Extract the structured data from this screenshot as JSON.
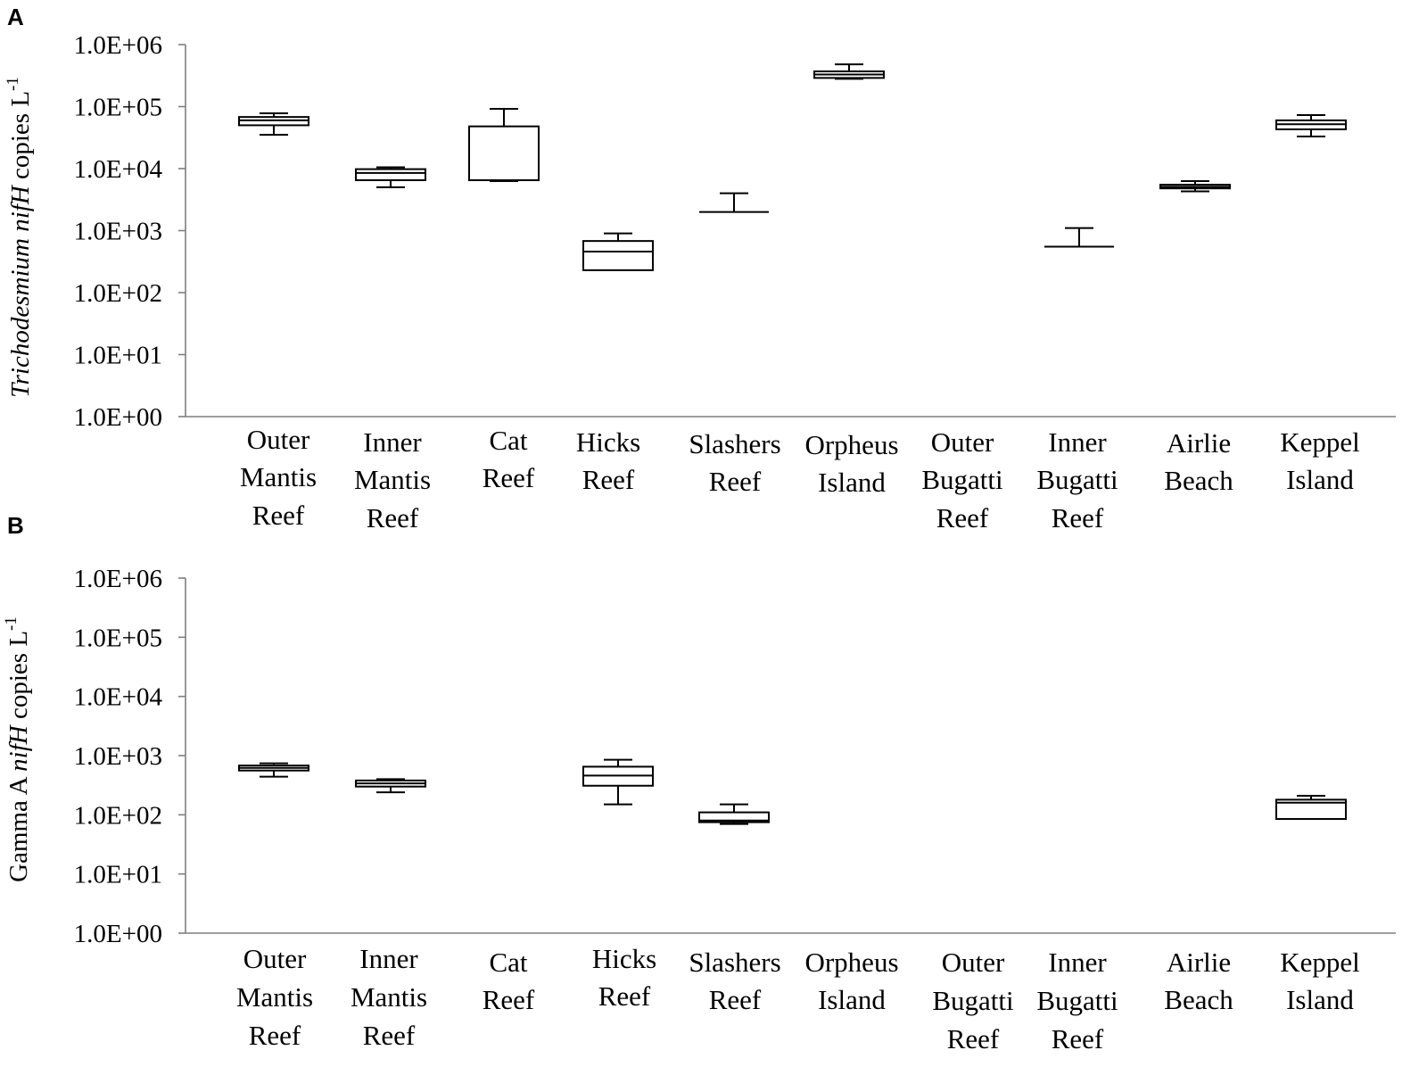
{
  "chart_data": [
    {
      "panel": "A",
      "type": "box",
      "ylabel": {
        "italic_part": "Trichodesmium nifH",
        "rest": " copies L",
        "sup": "-1"
      },
      "yscale": "log",
      "ylim": [
        1,
        1000000
      ],
      "ytick_labels": [
        "1.0E+00",
        "1.0E+01",
        "1.0E+02",
        "1.0E+03",
        "1.0E+04",
        "1.0E+05",
        "1.0E+06"
      ],
      "categories": [
        [
          "Outer",
          "Mantis",
          "Reef"
        ],
        [
          "Inner",
          "Mantis",
          "Reef"
        ],
        [
          "Cat",
          "Reef"
        ],
        [
          "Hicks",
          "Reef"
        ],
        [
          "Slashers",
          "Reef"
        ],
        [
          "Orpheus",
          "Island"
        ],
        [
          "Outer",
          "Bugatti",
          "Reef"
        ],
        [
          "Inner",
          "Bugatti",
          "Reef"
        ],
        [
          "Airlie",
          "Beach"
        ],
        [
          "Keppel",
          "Island"
        ]
      ],
      "boxes": [
        {
          "min": 35000,
          "q1": 50000,
          "median": 60000,
          "q3": 68000,
          "max": 78000
        },
        {
          "min": 5000,
          "q1": 6500,
          "median": 8500,
          "q3": 9800,
          "max": 10500
        },
        {
          "min": 6300,
          "q1": 6500,
          "median": 6500,
          "q3": 48000,
          "max": 92000
        },
        {
          "min": 230,
          "q1": 230,
          "median": 460,
          "q3": 680,
          "max": 900
        },
        {
          "min": 2000,
          "q1": 2000,
          "median": 2000,
          "q3": 2000,
          "max": 4000
        },
        {
          "min": 280000,
          "q1": 290000,
          "median": 330000,
          "q3": 370000,
          "max": 480000
        },
        null,
        {
          "min": 550,
          "q1": 550,
          "median": 550,
          "q3": 550,
          "max": 1100
        },
        {
          "min": 4300,
          "q1": 4800,
          "median": 5100,
          "q3": 5500,
          "max": 6300
        },
        {
          "min": 33000,
          "q1": 43000,
          "median": 52000,
          "q3": 60000,
          "max": 73000
        }
      ]
    },
    {
      "panel": "B",
      "type": "box",
      "ylabel": {
        "plain_part": "Gamma A ",
        "italic_part": "nifH",
        "rest": " copies L",
        "sup": "-1"
      },
      "yscale": "log",
      "ylim": [
        1,
        1000000
      ],
      "ytick_labels": [
        "1.0E+00",
        "1.0E+01",
        "1.0E+02",
        "1.0E+03",
        "1.0E+04",
        "1.0E+05",
        "1.0E+06"
      ],
      "categories": [
        [
          "Outer",
          "Mantis",
          "Reef"
        ],
        [
          "Inner",
          "Mantis",
          "Reef"
        ],
        [
          "Cat",
          "Reef"
        ],
        [
          "Hicks",
          "Reef"
        ],
        [
          "Slashers",
          "Reef"
        ],
        [
          "Orpheus",
          "Island"
        ],
        [
          "Outer",
          "Bugatti",
          "Reef"
        ],
        [
          "Inner",
          "Bugatti",
          "Reef"
        ],
        [
          "Airlie",
          "Beach"
        ],
        [
          "Keppel",
          "Island"
        ]
      ],
      "boxes": [
        {
          "min": 440,
          "q1": 560,
          "median": 620,
          "q3": 680,
          "max": 740
        },
        {
          "min": 240,
          "q1": 300,
          "median": 340,
          "q3": 380,
          "max": 400
        },
        null,
        {
          "min": 150,
          "q1": 310,
          "median": 460,
          "q3": 650,
          "max": 850
        },
        {
          "min": 70,
          "q1": 75,
          "median": 80,
          "q3": 110,
          "max": 150
        },
        null,
        null,
        null,
        null,
        {
          "min": 85,
          "q1": 85,
          "median": 160,
          "q3": 180,
          "max": 210
        }
      ]
    }
  ]
}
